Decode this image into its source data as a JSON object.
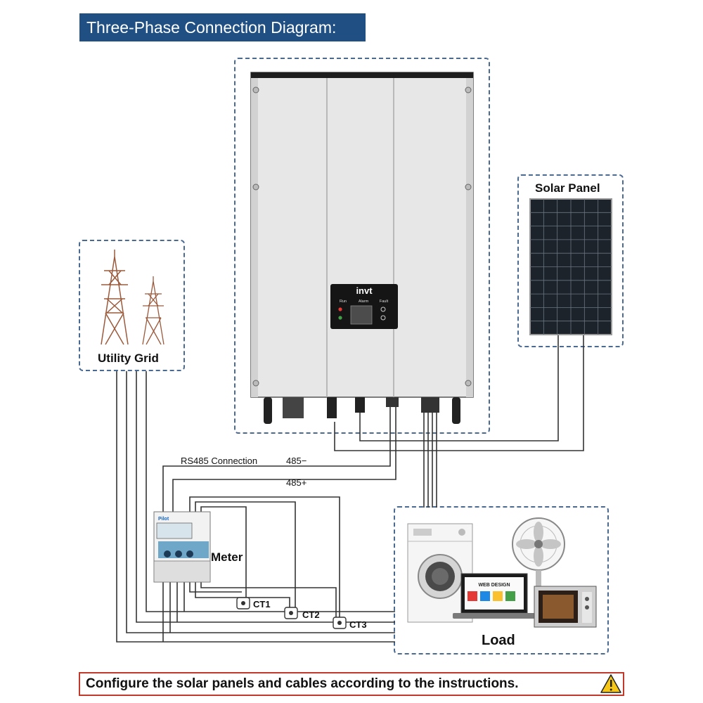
{
  "title": "Three-Phase Connection Diagram:",
  "inverter": {
    "brand": "invt",
    "indicators": [
      "Run",
      "Alarm",
      "Fault"
    ]
  },
  "solar_panel": {
    "label": "Solar Panel"
  },
  "utility_grid": {
    "label": "Utility Grid"
  },
  "meter": {
    "label": "Meter",
    "brand": "Pilot"
  },
  "rs485": {
    "label": "RS485 Connection",
    "minus": "485−",
    "plus": "485+"
  },
  "cts": [
    "CT1",
    "CT2",
    "CT3"
  ],
  "load": {
    "label": "Load",
    "screen_text": "WEB DESIGN"
  },
  "footer": {
    "text": "Configure the solar panels and cables according to the instructions."
  },
  "colors": {
    "banner": "#1f4f83",
    "dashed_border": "#4a6a92",
    "warning_border": "#c0392b",
    "warning_fill": "#f5c518"
  }
}
